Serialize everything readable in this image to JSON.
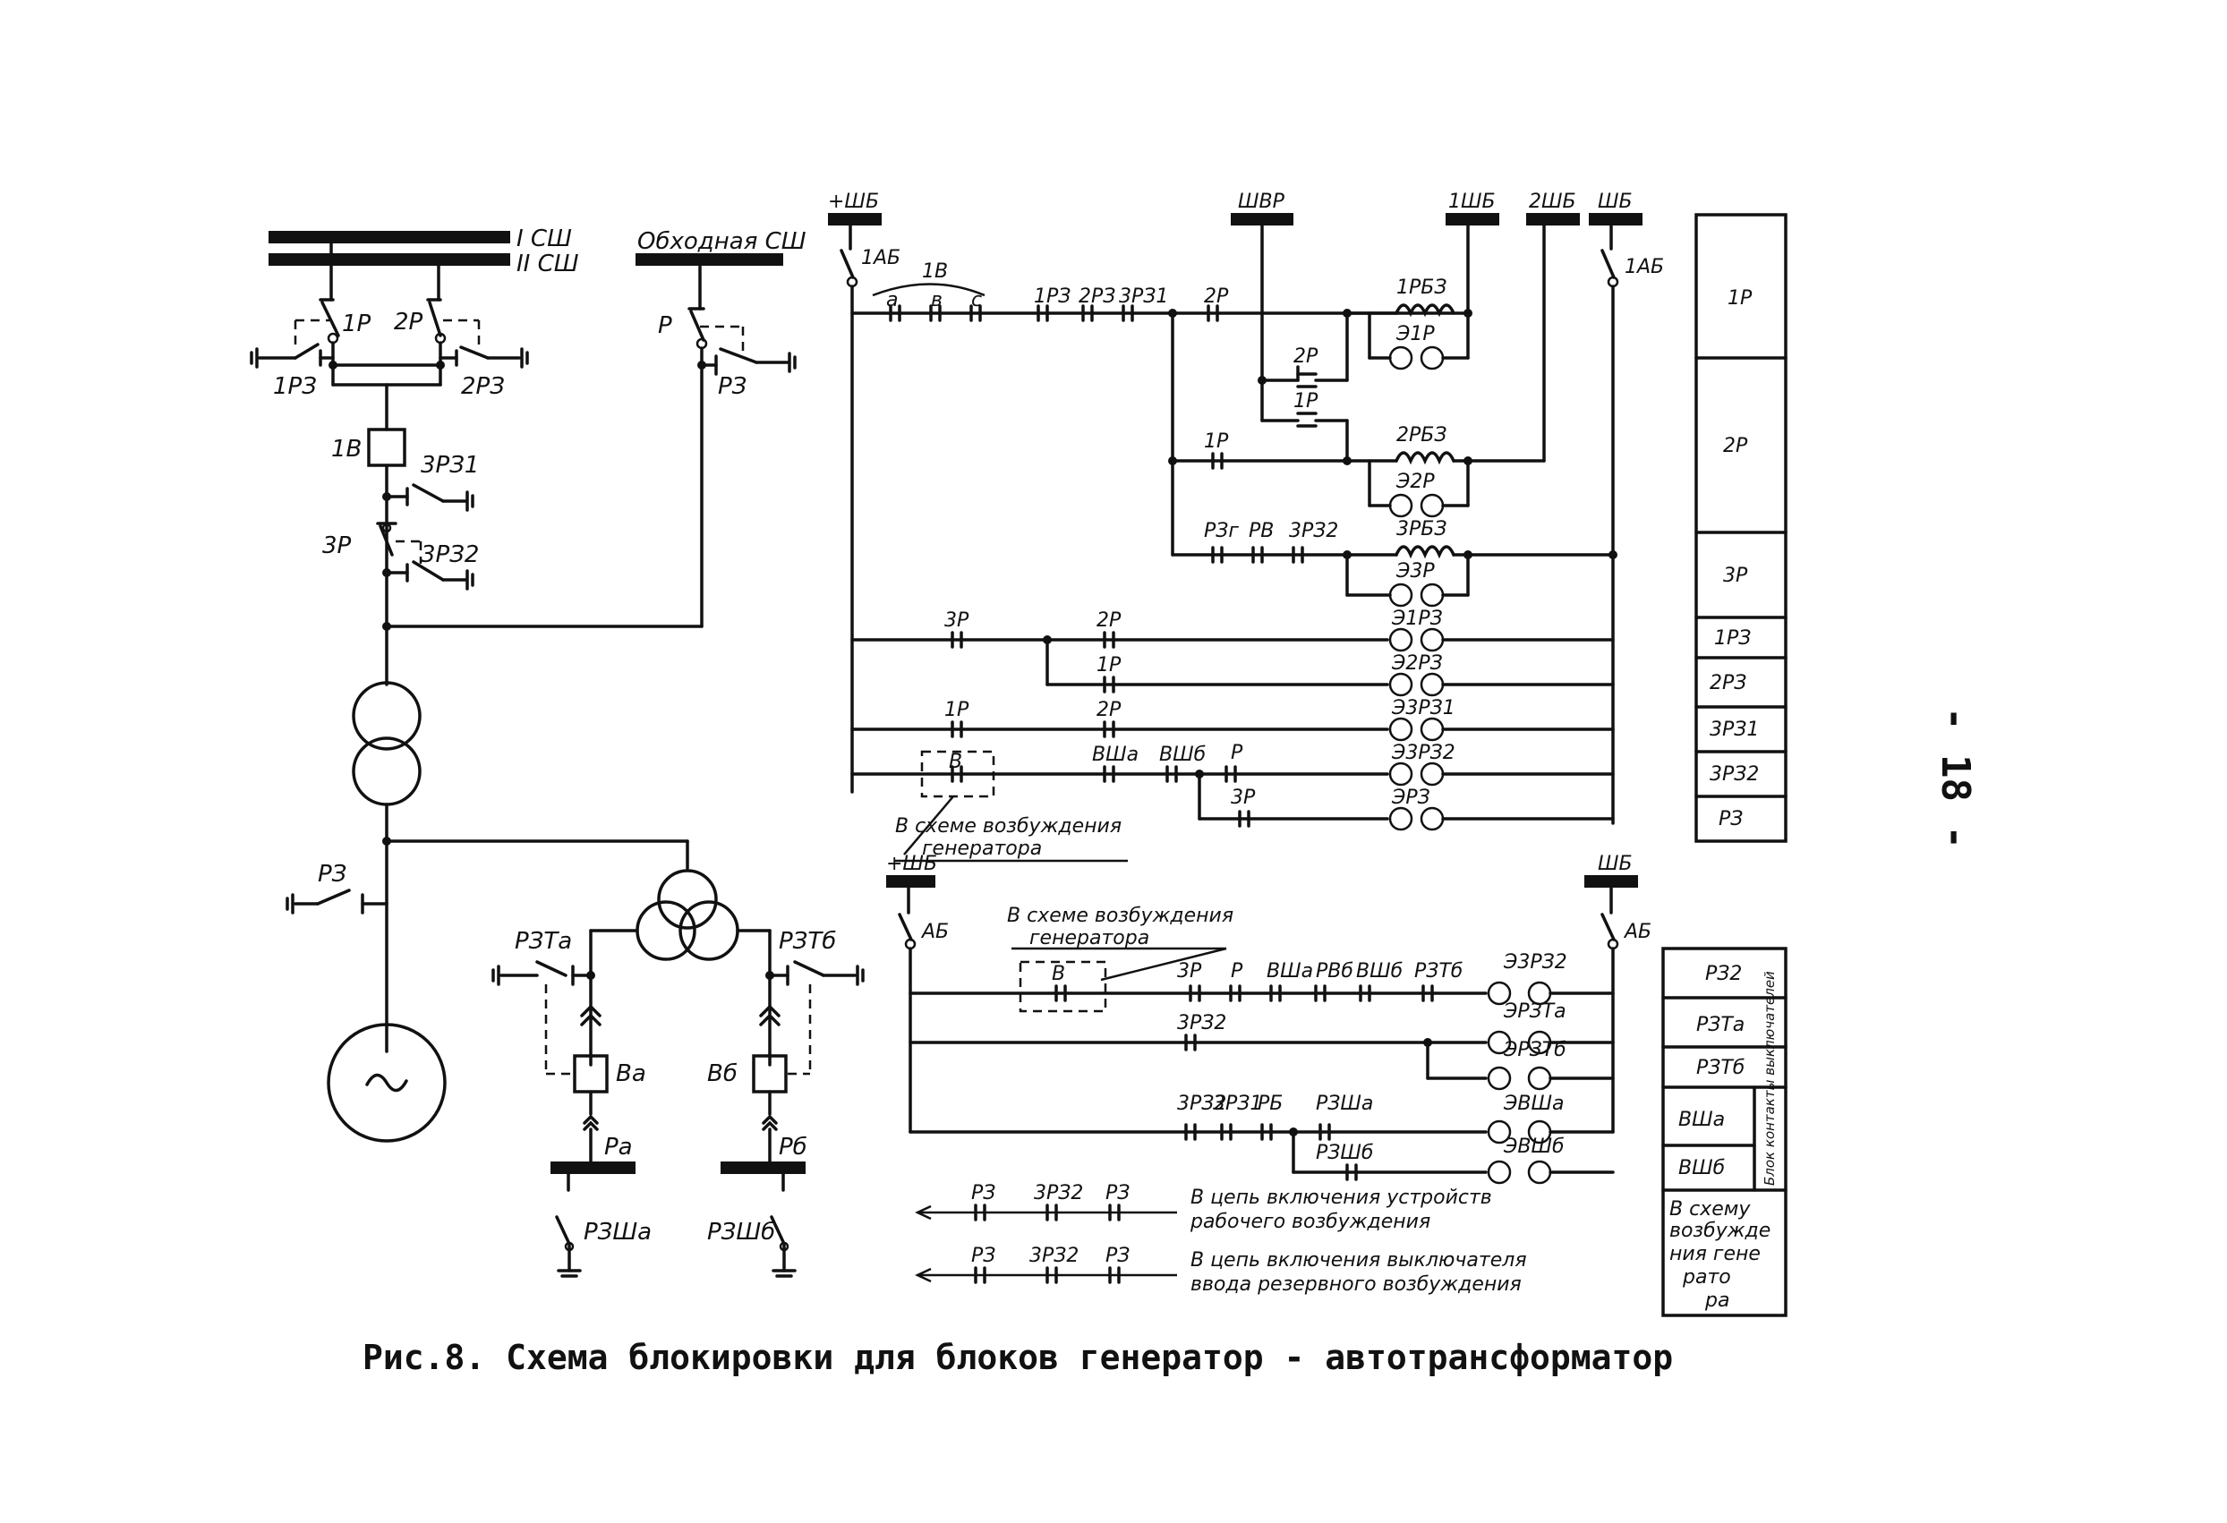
{
  "caption": "Рис.8. Схема блокировки для блоков генератор - автотрансформатор",
  "page_number": "- 18 -",
  "power": {
    "bus1": "I СШ",
    "bus2": "II СШ",
    "bypass_bus": "Обходная СШ",
    "d1p": "1Р",
    "d2p": "2Р",
    "e1pz": "1РЗ",
    "e2pz": "2РЗ",
    "dp": "Р",
    "epz": "РЗ",
    "b1": "1В",
    "e3pz1": "3РЗ1",
    "d3p": "3Р",
    "e3pz2": "3РЗ2",
    "gen_pz": "РЗ",
    "pzta": "РЗТа",
    "pztb": "РЗТб",
    "ba": "Ва",
    "bb": "Вб",
    "pa": "Ра",
    "pb": "Рб",
    "pzsha": "РЗШа",
    "pzshb": "РЗШб"
  },
  "control": {
    "plus_shb_top": "+ШБ",
    "shvr": "ШВР",
    "one_shb": "1ШБ",
    "two_shb": "2ШБ",
    "shb_top": "ШБ",
    "ab1_left": "1АБ",
    "ab1_right": "1АБ",
    "b1_label": "1В",
    "c_a": "а",
    "c_b": "в",
    "c_c": "с",
    "c_1pz": "1РЗ",
    "c_2pz": "2РЗ",
    "c_3pz1": "3РЗ1",
    "c_2p": "2Р",
    "c_1rbz": "1РБЗ",
    "c_e1p": "Э1Р",
    "c_2p_b": "2Р",
    "c_1p": "1Р",
    "c_1p_b": "1Р",
    "c_2rbz": "2РБЗ",
    "c_e2p": "Э2Р",
    "c_pzg": "РЗг",
    "c_pv": "РВ",
    "c_3pz2": "3РЗ2",
    "c_3rbz": "3РБЗ",
    "c_e3p": "Э3Р",
    "c_3p_r1": "3Р",
    "c_2p_r1": "2Р",
    "c_e1pz": "Э1РЗ",
    "c_1p_r2": "1Р",
    "c_e2pz": "Э2РЗ",
    "c_1p_r3": "1Р",
    "c_2p_r3": "2Р",
    "c_e3pz1": "Э3РЗ1",
    "c_b_r4": "В",
    "c_vsha": "ВШа",
    "c_vshb": "ВШб",
    "c_p_r4": "Р",
    "c_e3pz2": "Э3РЗ2",
    "c_3p_r5": "3Р",
    "c_epz": "ЭРЗ",
    "note_top_1": "В схеме возбуждения",
    "note_top_2": "генератора",
    "plus_shb_bot": "+ШБ",
    "shb_bot": "ШБ",
    "ab_left": "АБ",
    "ab_right": "АБ",
    "note_bot_1": "В схеме возбуждения",
    "note_bot_2": "генератора",
    "b_bot": "В",
    "b3p": "3Р",
    "bp": "Р",
    "bvsha": "ВШа",
    "bpvb": "РВб",
    "bvshb": "ВШб",
    "bpztb": "РЗТб",
    "be3pz2": "Э3РЗ2",
    "b3pz2_b": "3РЗ2",
    "bepzta": "ЭРЗТа",
    "bepztb": "ЭРЗТб",
    "b3pz2_c": "3РЗ2",
    "b3pz1": "3РЗ1",
    "bpb": "РБ",
    "bpzsha": "РЗШа",
    "bevsha": "ЭВШа",
    "bpzshb": "РЗШб",
    "bevshb": "ЭВШб",
    "l1_pz": "РЗ",
    "l1_3pz2": "3РЗ2",
    "l1_pz_b": "РЗ",
    "l1_text_1": "В цепь включения устройств",
    "l1_text_2": "рабочего возбуждения",
    "l2_pz": "РЗ",
    "l2_3pz2": "3РЗ2",
    "l2_pz_b": "РЗ",
    "l2_text_1": "В цепь включения выключателя",
    "l2_text_2": "ввода резервного возбуждения"
  },
  "legend_top": [
    "1Р",
    "2Р",
    "3Р",
    "1РЗ",
    "2РЗ",
    "3РЗ1",
    "3РЗ2",
    "РЗ"
  ],
  "legend_bottom": {
    "r1": "РЗ2",
    "r2": "РЗТа",
    "r3": "РЗТб",
    "r4": "ВШа",
    "r5": "ВШб",
    "side": "Блок контакты выключателей",
    "r6_1": "В схему",
    "r6_2": "возбужде",
    "r6_3": "ния гене",
    "r6_4": "рато",
    "r6_5": "ра"
  }
}
